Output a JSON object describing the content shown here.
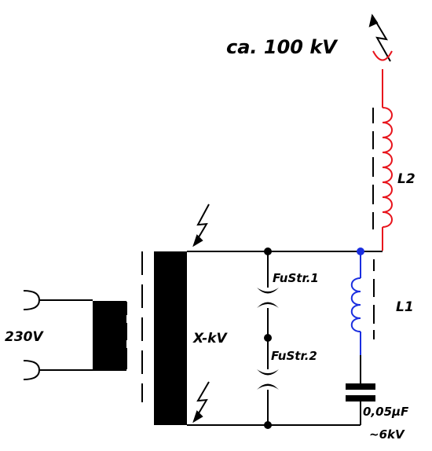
{
  "labels": {
    "output_voltage": "ca. 100 kV",
    "secondary_coil": "L2",
    "primary_coil": "L1",
    "mains_voltage": "230V",
    "transformer_output": "X-kV",
    "spark_gap_1": "FuStr.1",
    "spark_gap_2": "FuStr.2",
    "capacitor_value": "0,05µF",
    "capacitor_voltage": "~6kV"
  },
  "colors": {
    "wire": "#000000",
    "secondary_coil": "#e8141c",
    "primary_coil": "#1a2ee0",
    "junction_dot": "#1a2ee0"
  },
  "icons": {
    "discharge": "lightning-bolt-icon",
    "spark": "lightning-bolt-icon"
  }
}
